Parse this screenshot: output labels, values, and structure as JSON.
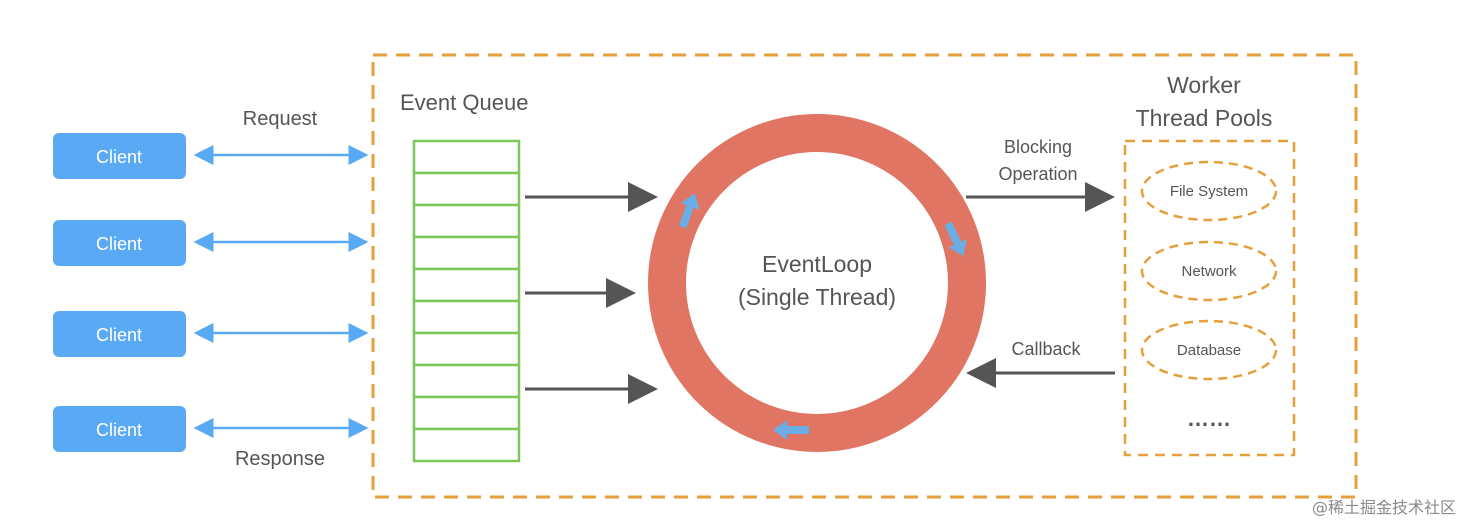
{
  "labels": {
    "request": "Request",
    "response": "Response",
    "event_queue": "Event Queue",
    "eventloop_line1": "EventLoop",
    "eventloop_line2": "(Single Thread)",
    "blocking_line1": "Blocking",
    "blocking_line2": "Operation",
    "callback": "Callback",
    "worker_line1": "Worker",
    "worker_line2": "Thread Pools"
  },
  "clients": [
    "Client",
    "Client",
    "Client",
    "Client"
  ],
  "pools": [
    "File System",
    "Network",
    "Database"
  ],
  "pools_more": "……",
  "queue": {
    "slots": 10
  },
  "watermark": "@稀土掘金技术社区",
  "colors": {
    "client_fill": "#5aa9f5",
    "client_arrow": "#5aa9f5",
    "orange_dash": "#e5a03c",
    "queue_green": "#7cc75a",
    "ring": "#e07563",
    "ring_arrow": "#6aaee5",
    "dark_arrow": "#555555"
  },
  "icons": {
    "bidirectional_arrow": "double-headed-arrow-icon",
    "flow_arrow": "right-arrow-icon",
    "ring_arrow": "circular-arrow-icon"
  }
}
